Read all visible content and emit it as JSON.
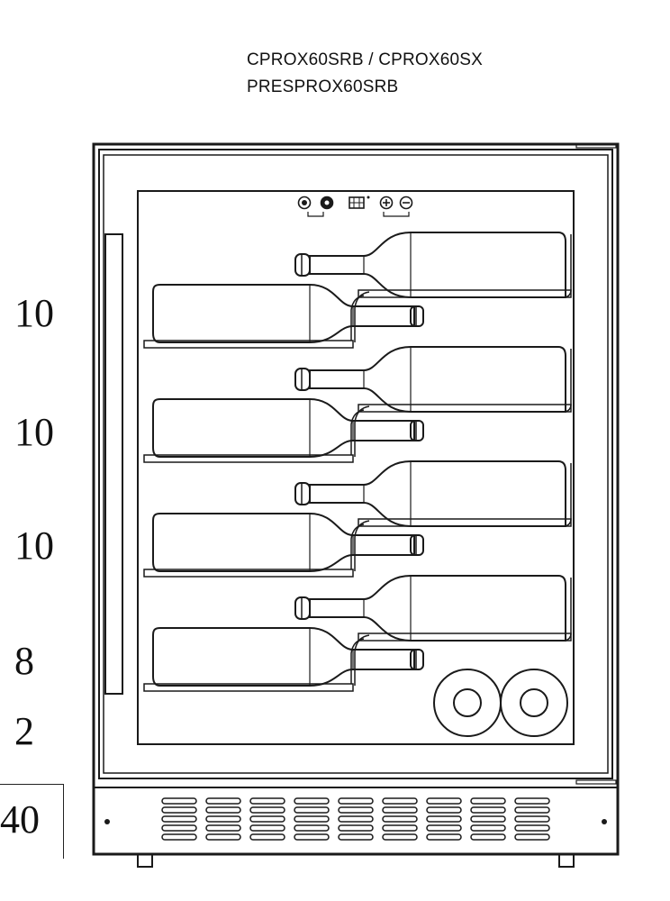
{
  "header": {
    "model_line_1": "CPROX60SRB / CPROX60SX",
    "model_line_2": "PRESPROX60SRB"
  },
  "shelf_counts": [
    "10",
    "10",
    "10",
    "8",
    "2"
  ],
  "total_count": "40",
  "control_panel": {
    "icons": [
      "light-button-icon",
      "power-button-icon",
      "display-icon",
      "plus-button-icon",
      "minus-button-icon"
    ]
  },
  "colors": {
    "line": "#1a1a1a",
    "background": "#ffffff"
  }
}
